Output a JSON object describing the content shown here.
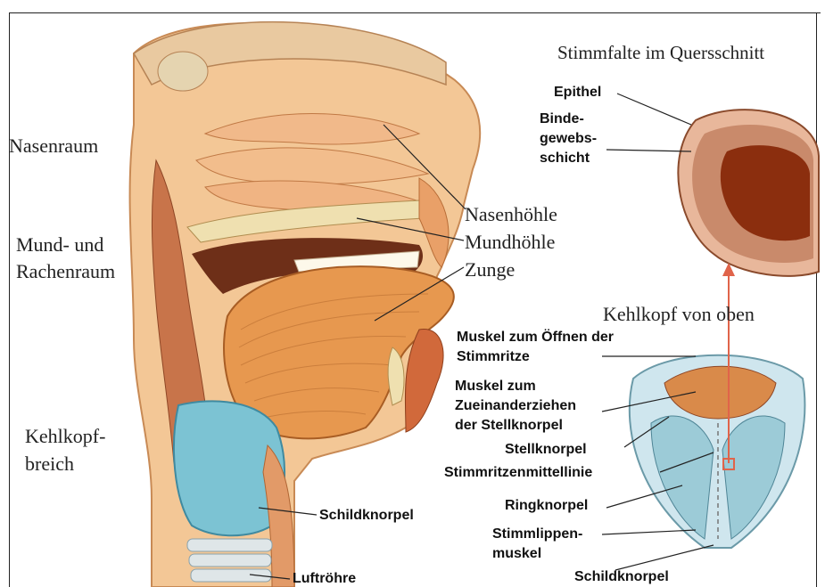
{
  "labels_left": {
    "nasenraum": "Nasenraum",
    "mund_rachen_1": "Mund- und",
    "mund_rachen_2": "Rachenraum",
    "kehlkopf_1": "Kehlkopf-",
    "kehlkopf_2": "breich"
  },
  "labels_center": {
    "nasenhoehle": "Nasenhöhle",
    "mundhoehle": "Mundhöhle",
    "zunge": "Zunge",
    "schildknorpel_left": "Schildknorpel",
    "luftroehre": "Luftröhre"
  },
  "cross_section": {
    "title": "Stimmfalte im Quersschnitt",
    "epithel": "Epithel",
    "binde_1": "Binde-",
    "binde_2": "gewebs-",
    "binde_3": "schicht"
  },
  "larynx": {
    "title": "Kehlkopf von oben",
    "muskel_oeffnen_1": "Muskel zum Öffnen der",
    "muskel_oeffnen_2": "Stimmritze",
    "muskel_zueinander_1": "Muskel zum",
    "muskel_zueinander_2": "Zueinanderziehen",
    "muskel_zueinander_3": "der Stellknorpel",
    "stellknorpel": "Stellknorpel",
    "stimmritzenmittellinie": "Stimmritzenmittellinie",
    "ringknorpel": "Ringknorpel",
    "stimmlippen_1": "Stimmlippen-",
    "stimmlippen_2": "muskel",
    "schildknorpel_right": "Schildknorpel"
  },
  "colors": {
    "skin": "#f2c28c",
    "flesh": "#d98a4a",
    "tongue": "#e79a52",
    "cavity": "#7a3b22",
    "cartilage_blue": "#7cc3d3",
    "bone": "#efe0b0",
    "tissue_dark": "#8b2e0e",
    "arrow": "#e0644a"
  }
}
